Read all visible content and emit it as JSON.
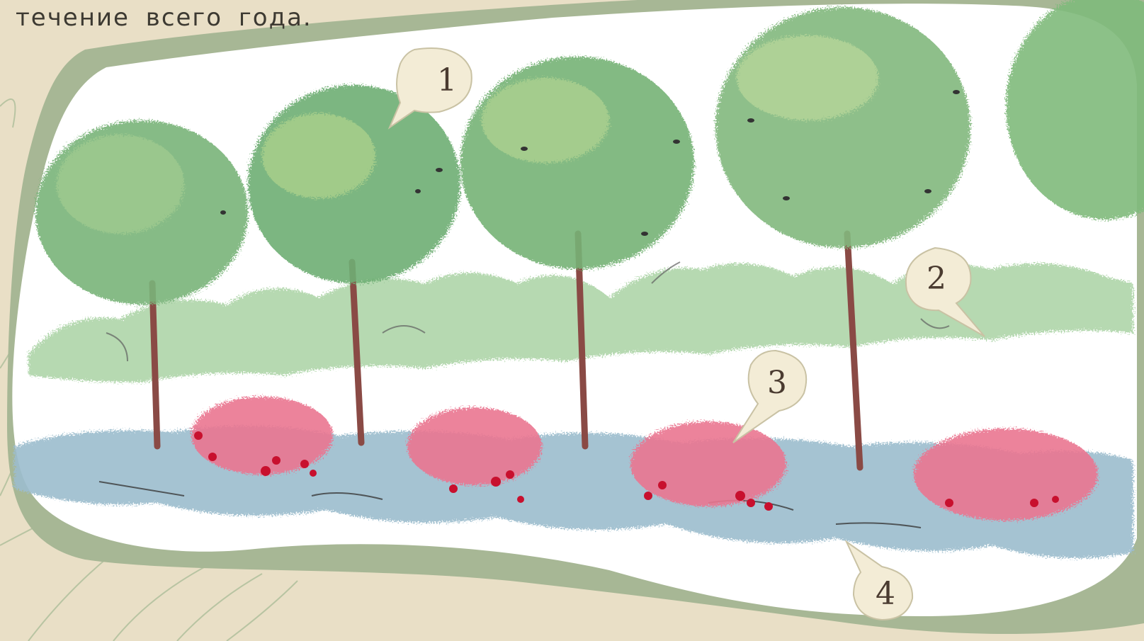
{
  "page": {
    "intro_text": "течение всего года.",
    "colors": {
      "background": "#e9dfc6",
      "frame_green": "#a7b795",
      "paper": "#ffffff",
      "callout_fill": "#f3ecd6",
      "callout_text": "#4a3b30",
      "tree_canopy": "#7db77a",
      "shrub_background": "#9fca9a",
      "flower_pink": "#e66a86",
      "berry_red": "#c8102e",
      "groundcover_blue": "#8fb3c4"
    }
  },
  "illustration": {
    "description_icon": "planting-scheme-sketch",
    "callouts": [
      {
        "number": "1"
      },
      {
        "number": "2"
      },
      {
        "number": "3"
      },
      {
        "number": "4"
      }
    ]
  }
}
